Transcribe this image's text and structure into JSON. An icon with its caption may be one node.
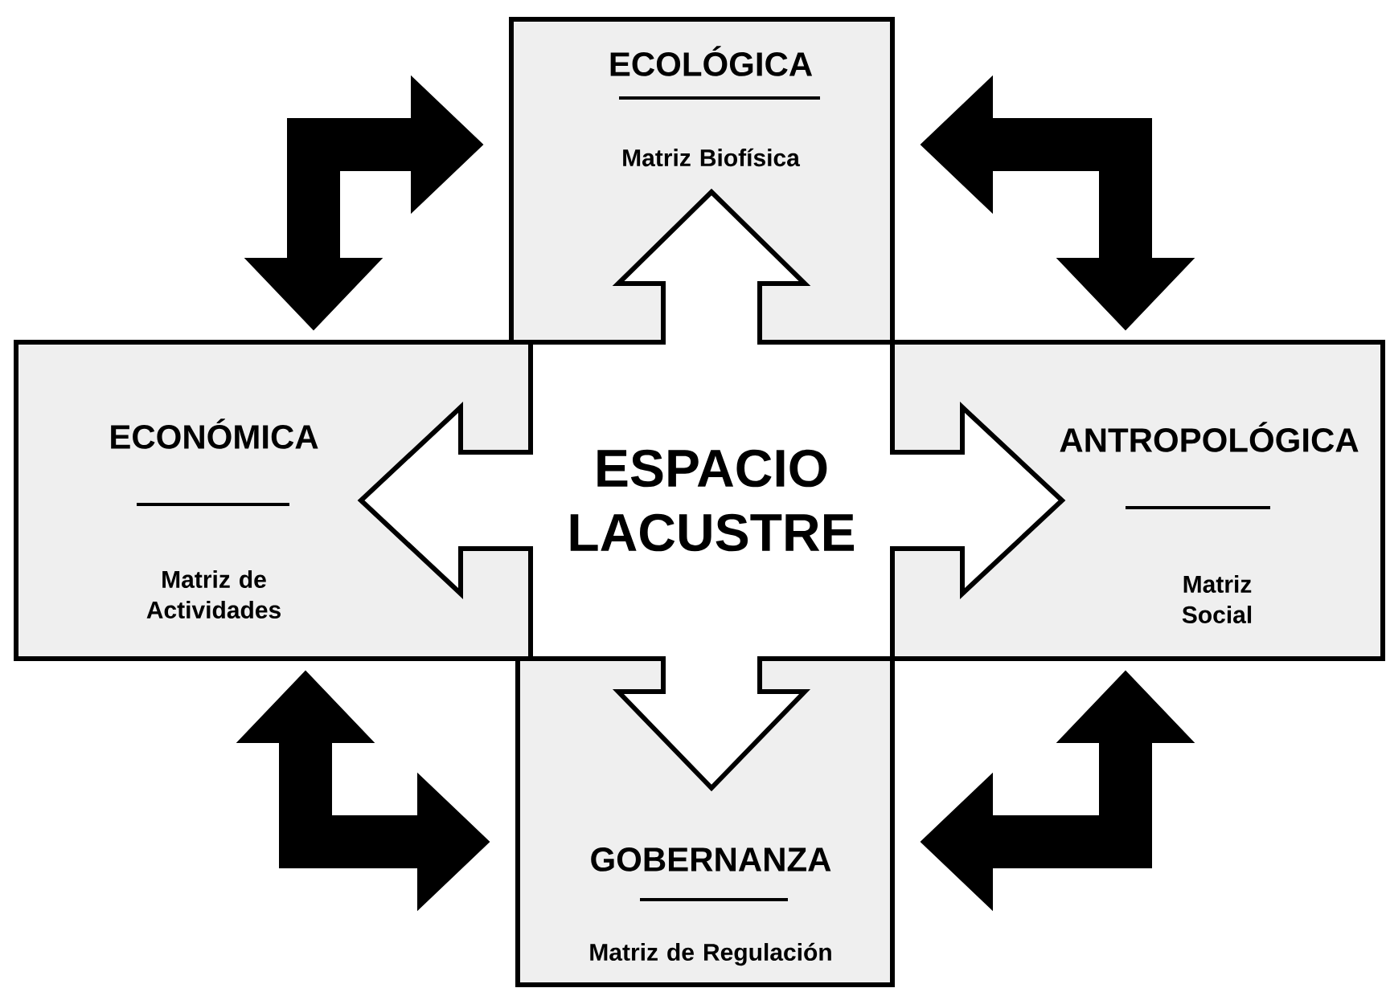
{
  "diagram": {
    "nodes": [
      {
        "text": [
          "ECOLÓGICA",
          "Matriz Biofísica"
        ]
      },
      {
        "text": [
          "ECONÓMICA",
          "Matriz de Actividades"
        ]
      },
      {
        "text": [
          "ESPACIO LACUSTRE"
        ]
      },
      {
        "text": [
          "ANTROPOLÓGICA",
          "Matriz Social"
        ]
      },
      {
        "text": [
          "GOBERNANZA",
          "Matriz de Regulación"
        ]
      }
    ],
    "edges": [
      {
        "from": 2,
        "to": 0,
        "arrow": "to"
      },
      {
        "from": 2,
        "to": 1,
        "arrow": "to"
      },
      {
        "from": 2,
        "to": 3,
        "arrow": "to"
      },
      {
        "from": 2,
        "to": 4,
        "arrow": "to"
      },
      {
        "from": 1,
        "to": 0,
        "arrow": "both",
        "style": "thick"
      },
      {
        "from": 0,
        "to": 3,
        "arrow": "both",
        "style": "thick"
      },
      {
        "from": 1,
        "to": 4,
        "arrow": "both",
        "style": "thick"
      },
      {
        "from": 4,
        "to": 3,
        "arrow": "both",
        "style": "thick"
      }
    ]
  }
}
